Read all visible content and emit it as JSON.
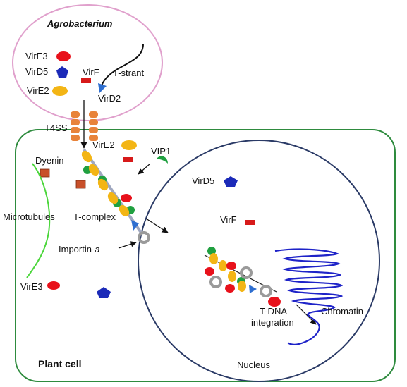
{
  "labels": {
    "agrobacterium": "Agrobacterium",
    "vire3_top": "VirE3",
    "vird5_top": "VirD5",
    "vire2_top": "VirE2",
    "virf_top": "VirF",
    "t_strant": "T-strant",
    "vird2": "VirD2",
    "t4ss": "T4SS",
    "vire2_mid": "VirE2",
    "vip1": "VIP1",
    "dyenin": "Dyenin",
    "microtubules": "Microtubules",
    "t_complex": "T-complex",
    "importin_prefix": "Importin-",
    "importin_suffix": "a",
    "vire3_bottom": "VirE3",
    "vird5_nucleus": "VirD5",
    "virf_nucleus": "VirF",
    "tdna_line1": "T-DNA",
    "tdna_line2": "integration",
    "chromatin": "Chromatin",
    "plant_cell": "Plant cell",
    "nucleus": "Nucleus"
  },
  "colors": {
    "agro_border": "#e0a0cc",
    "cell_border": "#2e8b3e",
    "nucleus_border": "#2a3a66",
    "vire3_red": "#e8111b",
    "vird5_blue": "#1b2ab8",
    "vire2_yellow": "#f3b515",
    "virf_red": "#d71a1a",
    "t4ss_orange": "#e8833a",
    "vip1_green": "#20a040",
    "dyenin_brown": "#c8502a",
    "microtubule_green": "#4cd63c",
    "importin_gray": "#9a9a9a",
    "vird2_blue": "#2f6fd0",
    "chromatin_blue": "#1e23c8"
  }
}
